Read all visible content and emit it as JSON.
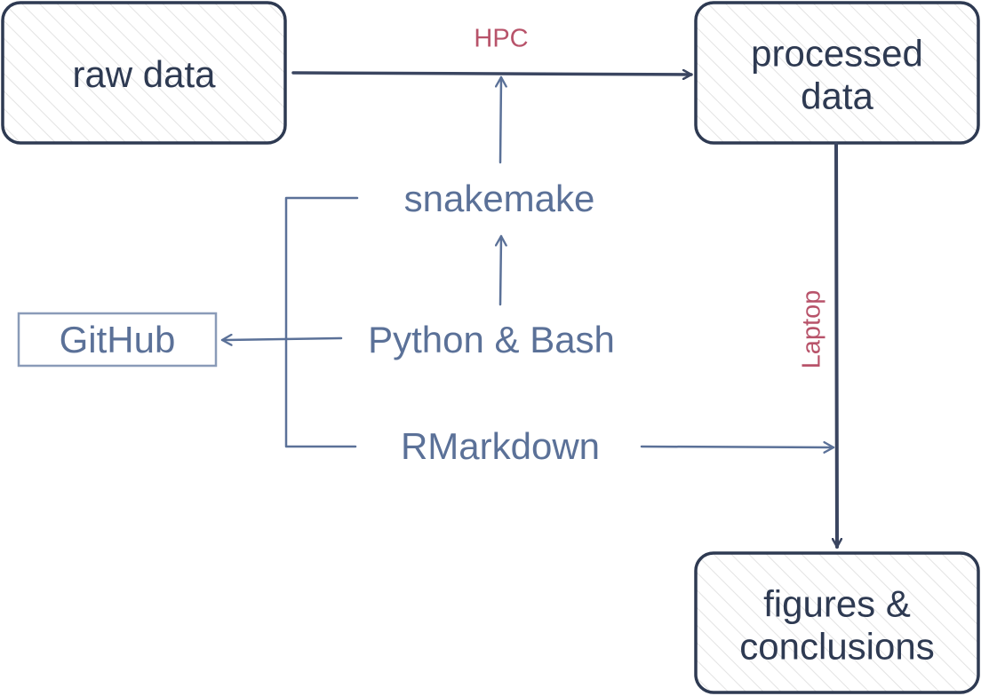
{
  "nodes": {
    "raw_data": "raw data",
    "processed_data": [
      "processed",
      "data"
    ],
    "figures_conclusions": [
      "figures &",
      "conclusions"
    ],
    "github": "GitHub"
  },
  "tools": {
    "snakemake": "snakemake",
    "python_bash": "Python & Bash",
    "rmarkdown": "RMarkdown"
  },
  "edge_labels": {
    "hpc": "HPC",
    "laptop": "Laptop"
  },
  "colors": {
    "box_stroke": "#2e3a52",
    "main_arrow": "#3a4560",
    "tool_color": "#5b7198",
    "accent": "#b8536a",
    "hatch": "#e3e3e3"
  }
}
